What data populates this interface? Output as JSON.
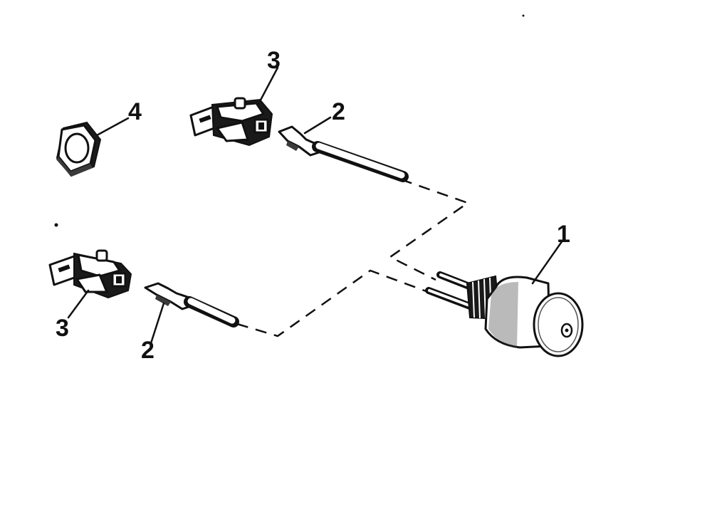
{
  "diagram": {
    "callouts": {
      "switch": "1",
      "terminal_upper": "2",
      "terminal_lower": "2",
      "connector_upper": "3",
      "connector_lower": "3",
      "nut": "4"
    }
  }
}
